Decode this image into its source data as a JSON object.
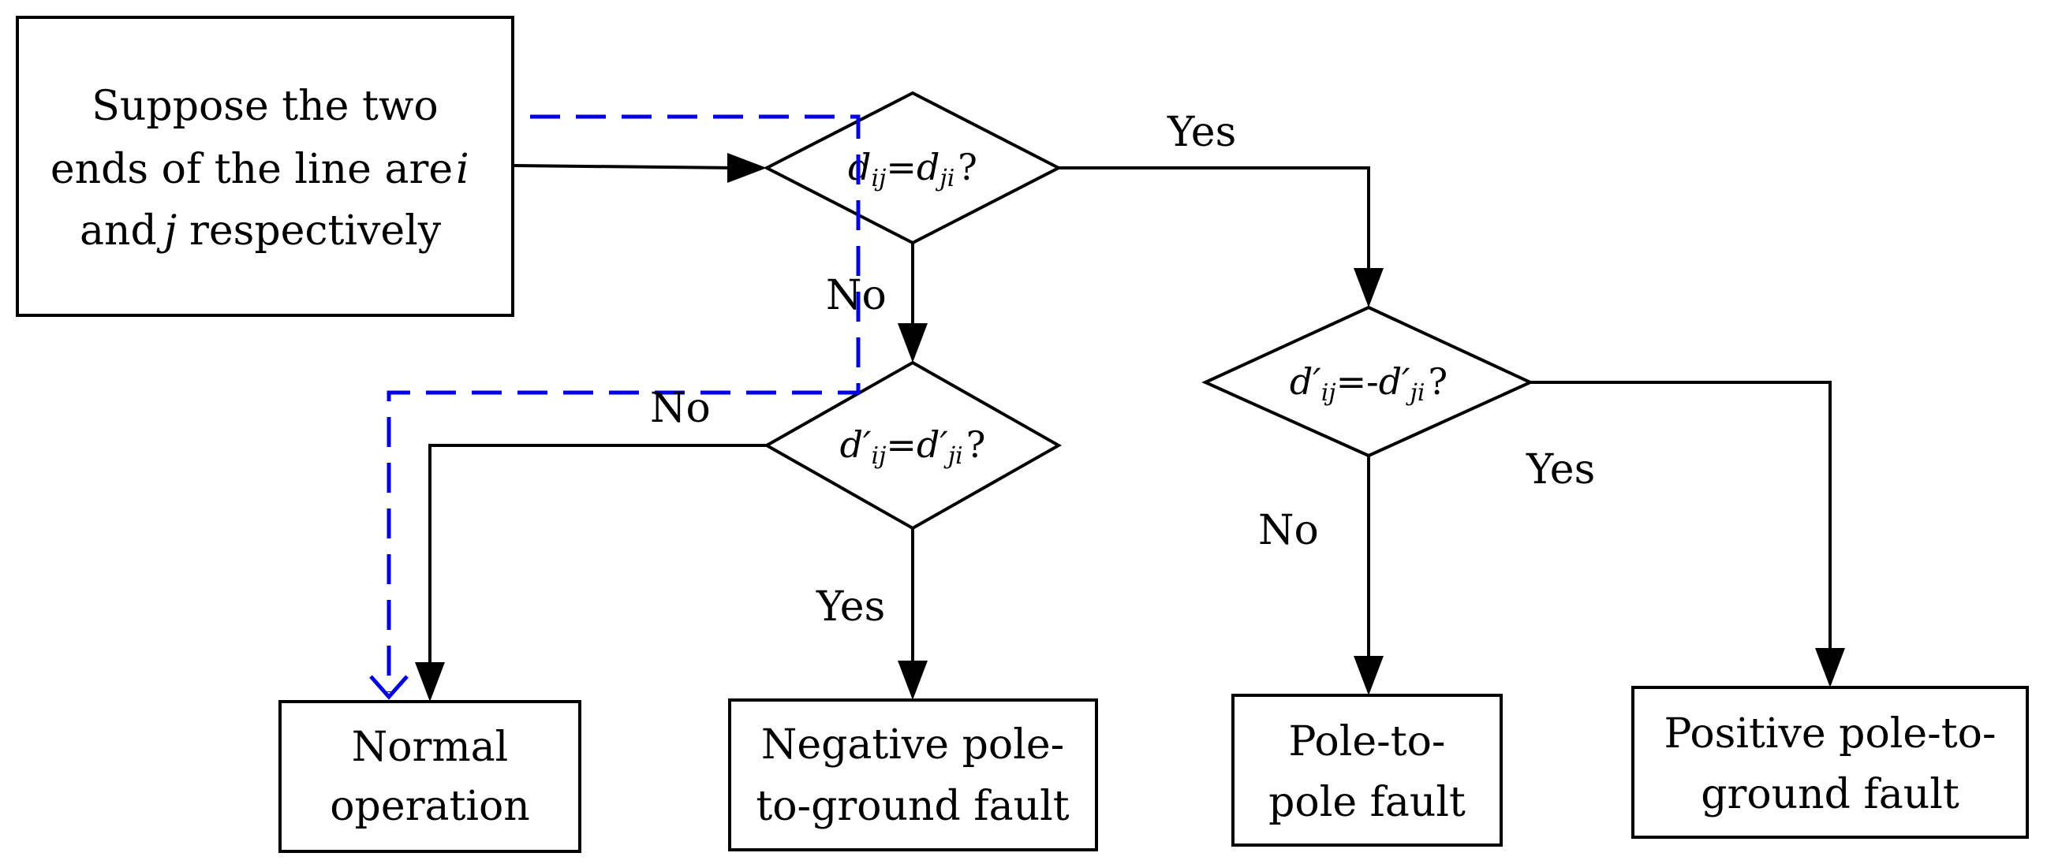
{
  "start": {
    "lines": [
      "Suppose the two",
      "ends of the line are",
      "and",
      "respectively"
    ],
    "var_i": "i",
    "var_j": "j"
  },
  "decision1": {
    "d": "d",
    "sub1": "ij",
    "eq": "=",
    "sub2": "ji",
    "q": "?"
  },
  "decision2": {
    "d": "d′",
    "sub1": "ij",
    "eq": "=",
    "sub2": "ji",
    "q": "?"
  },
  "decision3": {
    "d": "d′",
    "sub1": "ij",
    "eq": "=-",
    "sub2": "ji",
    "q": "?"
  },
  "edges": {
    "yes": "Yes",
    "no": "No"
  },
  "outcomes": {
    "normal": [
      "Normal",
      "operation"
    ],
    "negative": [
      "Negative pole-",
      "to-ground fault"
    ],
    "pole_to_pole": [
      "Pole-to-",
      "pole fault"
    ],
    "positive": [
      "Positive pole-to-",
      "ground fault"
    ]
  },
  "colors": {
    "stroke": "#000000",
    "highlight_path": "#0000e0"
  }
}
